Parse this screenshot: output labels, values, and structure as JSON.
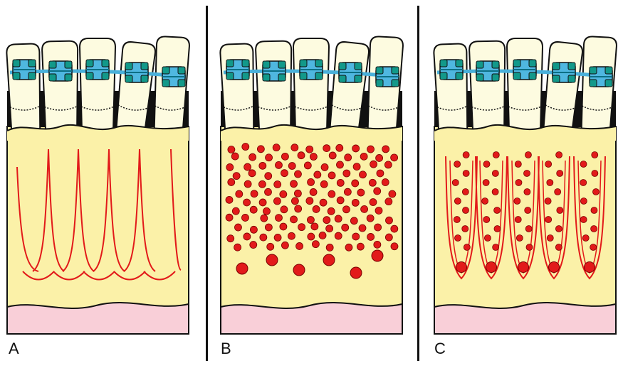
{
  "figure": {
    "colors": {
      "bone": "#fbf1a8",
      "gum": "#f9cfd8",
      "tooth": "#fdfbe0",
      "bracket": "#4fb7e0",
      "bracket_dark": "#12998a",
      "wire": "#49b0da",
      "red": "#e21a1a",
      "outline": "#111111"
    },
    "panels": [
      {
        "label": "A",
        "variant": "root-outlines"
      },
      {
        "label": "B",
        "variant": "dots"
      },
      {
        "label": "C",
        "variant": "roots-with-dots"
      }
    ]
  }
}
